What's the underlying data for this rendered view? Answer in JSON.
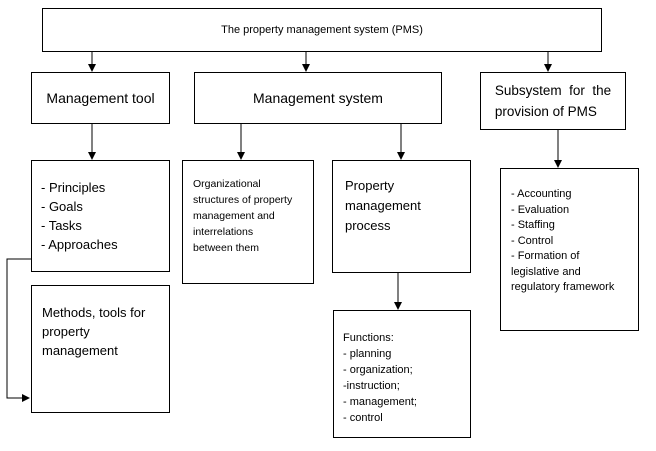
{
  "root": {
    "title": "The property management system (PMS)"
  },
  "branches": {
    "management_tool": {
      "label": "Management tool"
    },
    "management_system": {
      "label": "Management system"
    },
    "subsystem": {
      "label": "Subsystem  for  the\nprovision of PMS"
    }
  },
  "tool_elements": {
    "items": [
      "- Principles",
      "- Goals",
      "- Tasks",
      "- Approaches"
    ]
  },
  "methods": {
    "label": "Methods, tools for\nproperty\nmanagement"
  },
  "org_structures": {
    "label": "Organizational\nstructures of property\nmanagement and\ninterrelations\nbetween them"
  },
  "process": {
    "label": "Property\nmanagement\nprocess"
  },
  "functions": {
    "heading": "Functions:",
    "items": [
      "- planning",
      "- organization;",
      "-instruction;",
      "- management;",
      "- control"
    ]
  },
  "provision": {
    "items": [
      "- Accounting",
      "- Evaluation",
      "- Staffing",
      "- Control",
      "- Formation of\nlegislative and\nregulatory framework"
    ]
  },
  "colors": {
    "line": "#000000",
    "background": "#ffffff"
  }
}
